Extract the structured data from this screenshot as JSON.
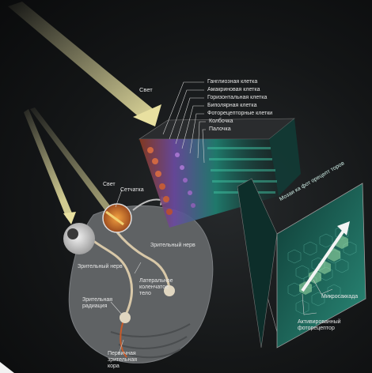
{
  "labels": {
    "light_top": "Свет",
    "light_eye": "Свет",
    "retina": "Сетчатка",
    "optic_nerve_1": "Зрительный нерв",
    "optic_nerve_2": "Зрительный нерв",
    "lgn": "Латеральное коленчатое тело",
    "radiation": "Зрительная радиация",
    "cortex": "Первичная зрительная кора",
    "microsaccade": "Микросаккада",
    "activated": "Активированный фоторецептор"
  },
  "layers": [
    "Ганглиозная клетка",
    "Амакриновая клетка",
    "Горизонтальная клетка",
    "Биполярная клетка",
    "Фоторецепторные клетки",
    "Колбочка",
    "Палочка"
  ],
  "mosaic_text": "Мозаи ка фот орецепт торов",
  "colors": {
    "beam": "#d8d2a0",
    "brain": "#5f6264",
    "pathway": "#d8c8a8",
    "tissue_orange": "#c85a28",
    "tissue_purple": "#7a58b8",
    "tissue_teal": "#2fa28a",
    "panel": "#1d6e64"
  }
}
